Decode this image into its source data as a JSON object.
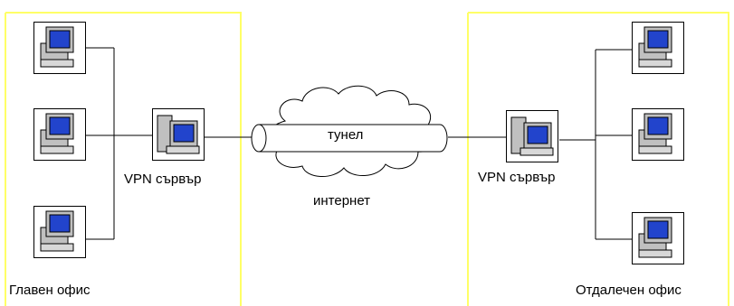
{
  "colors": {
    "zone_border": "#ffff66",
    "line": "#000000",
    "monitor_screen": "#2244cc",
    "pc_body": "#c0c0c0"
  },
  "icons": {
    "workstation": "computer-icon",
    "server": "server-computer-icon",
    "internet": "cloud-icon",
    "tunnel": "tunnel-pipe-icon"
  },
  "zones": {
    "main_office": {
      "label": "Главен офис",
      "workstations": 3
    },
    "remote_office": {
      "label": "Отдалечен офис",
      "workstations": 3
    }
  },
  "servers": {
    "left_label": "VPN сървър",
    "right_label": "VPN сървър"
  },
  "tunnel": {
    "label": "тунел"
  },
  "internet": {
    "label": "интернет"
  }
}
